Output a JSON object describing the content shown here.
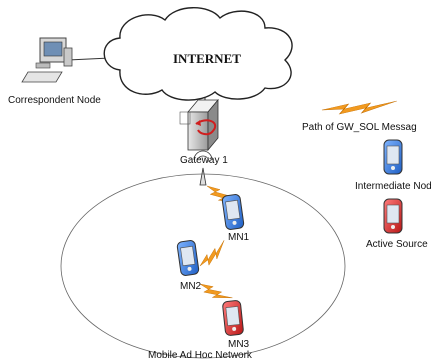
{
  "diagram": {
    "internet_label": "INTERNET",
    "correspondent_label": "Correspondent Node",
    "gateway_label": "Gateway 1",
    "network_label": "Mobile Ad Hoc Network",
    "nodes": {
      "mn1": "MN1",
      "mn2": "MN2",
      "mn3": "MN3"
    }
  },
  "legend": {
    "path_label": "Path of GW_SOL Messag",
    "intermediate_label": "Intermediate Node",
    "active_label": "Active Source"
  },
  "colors": {
    "intermediate": "#2f78d8",
    "active": "#d92b2b",
    "path": "#f29a1f"
  }
}
